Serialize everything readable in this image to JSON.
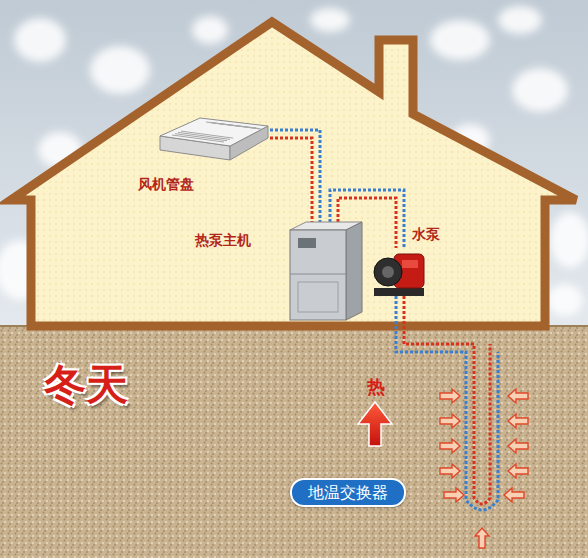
{
  "diagram": {
    "nodes": [
      {
        "text": [
          "风机管盘"
        ]
      },
      {
        "text": [
          "热泵主机"
        ]
      },
      {
        "text": [
          "水泵"
        ]
      },
      {
        "text": [
          "地温交换器"
        ]
      }
    ],
    "edges": [
      {
        "from": 0,
        "to": 1,
        "arrow": "none"
      },
      {
        "from": 1,
        "to": 2,
        "arrow": "none"
      }
    ],
    "labels": [
      "冬天",
      "热"
    ]
  }
}
